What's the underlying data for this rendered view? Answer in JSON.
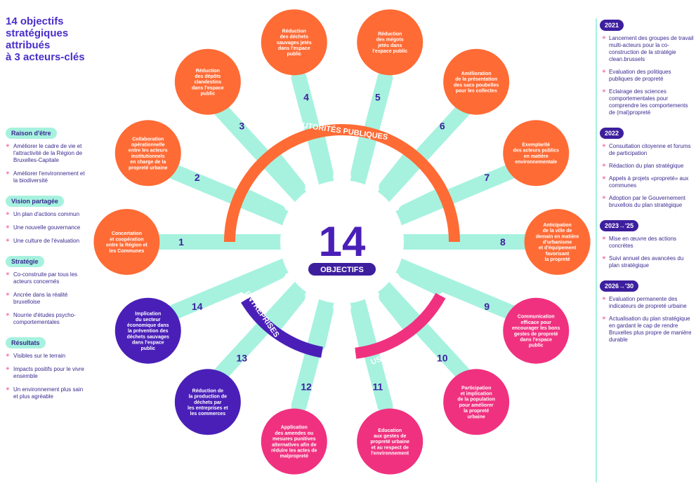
{
  "title": {
    "lines": [
      "14 objectifs",
      "stratégiques",
      "attribués",
      "à 3 acteurs-clés"
    ]
  },
  "center": {
    "number": "14",
    "label": "OBJECTIFS"
  },
  "actors": {
    "public": "AUTORITÉS PUBLIQUES",
    "users": "USAGERS",
    "business": "ENTREPRISES"
  },
  "colors": {
    "public": "#ff6b35",
    "users": "#f0317f",
    "business": "#4a1fb8",
    "ray": "#a6f2df",
    "text": "#3a2a8f"
  },
  "objectives": [
    {
      "num": "1",
      "actor": "public",
      "text": [
        "Concertation",
        "et coopération",
        "entre la Région et",
        "les Communes"
      ]
    },
    {
      "num": "2",
      "actor": "public",
      "text": [
        "Collaboration",
        "opérationnelle",
        "entre les acteurs",
        "institutionnels",
        "en charge de la",
        "propreté urbaine"
      ]
    },
    {
      "num": "3",
      "actor": "public",
      "text": [
        "Réduction",
        "des dépôts",
        "clandestins",
        "dans l'espace",
        "public"
      ]
    },
    {
      "num": "4",
      "actor": "public",
      "text": [
        "Réduction",
        "des déchets",
        "sauvages jetés",
        "dans l'espace",
        "public"
      ]
    },
    {
      "num": "5",
      "actor": "public",
      "text": [
        "Réduction",
        "des mégots",
        "jetés dans",
        "l'espace public"
      ]
    },
    {
      "num": "6",
      "actor": "public",
      "text": [
        "Amélioration",
        "de la présentation",
        "des sacs poubelles",
        "pour les collectes"
      ]
    },
    {
      "num": "7",
      "actor": "public",
      "text": [
        "Exemplarité",
        "des acteurs publics",
        "en matière",
        "environnementale"
      ]
    },
    {
      "num": "8",
      "actor": "public",
      "text": [
        "Anticipation",
        "de la ville de",
        "demain en matière",
        "d'urbanisme",
        "et d'équipement",
        "favorisant",
        "la propreté"
      ]
    },
    {
      "num": "9",
      "actor": "users",
      "text": [
        "Communication",
        "efficace pour",
        "encourager les bons",
        "gestes de propreté",
        "dans l'espace",
        "public"
      ]
    },
    {
      "num": "10",
      "actor": "users",
      "text": [
        "Participation",
        "et implication",
        "de la population",
        "pour améliorer",
        "la propreté",
        "urbaine"
      ]
    },
    {
      "num": "11",
      "actor": "users",
      "text": [
        "Education",
        "aux gestes de",
        "propreté urbaine",
        "et au respect de",
        "l'environnement"
      ]
    },
    {
      "num": "12",
      "actor": "users",
      "text": [
        "Application",
        "des amendes ou",
        "mesures punitives",
        "alternatives afin de",
        "réduire les actes de",
        "malpropreté"
      ]
    },
    {
      "num": "13",
      "actor": "business",
      "text": [
        "Réduction de",
        "la production de",
        "déchets par",
        "les entreprises et",
        "les commerces"
      ]
    },
    {
      "num": "14",
      "actor": "business",
      "text": [
        "Implication",
        "du secteur",
        "économique dans",
        "la prévention des",
        "déchets sauvages",
        "dans l'espace",
        "public"
      ]
    }
  ],
  "left_sections": [
    {
      "heading": "Raison d'être",
      "items": [
        "Améliorer le cadre de vie et l'attractivité de la Région de Bruxelles-Capitale",
        "Améliorer l'environnement et la biodiversité"
      ]
    },
    {
      "heading": "Vision partagée",
      "items": [
        "Un plan d'actions commun",
        "Une nouvelle gouvernance",
        "Une culture de l'évaluation"
      ]
    },
    {
      "heading": "Stratégie",
      "items": [
        "Co-construite par tous les acteurs concernés",
        "Ancrée dans la réalité bruxelloise",
        "Nourrie d'études psycho-comportementales"
      ]
    },
    {
      "heading": "Résultats",
      "items": [
        "Visibles sur le terrain",
        "Impacts positifs pour le vivre ensemble",
        "Un environnement plus sain et plus agréable"
      ]
    }
  ],
  "timeline": [
    {
      "year": "2021",
      "items": [
        "Lancement des groupes de travail multi-acteurs pour la co-construction de la stratégie clean.brussels",
        "Evaluation des politiques publiques de propreté",
        "Eclairage des sciences comportementales pour comprendre les comportements de (mal)propreté"
      ]
    },
    {
      "year": "2022",
      "items": [
        "Consultation citoyenne et forums de participation",
        "Rédaction du plan stratégique",
        "Appels à projets «propreté» aux communes",
        "Adoption par le Gouvernement bruxellois du plan stratégique"
      ]
    },
    {
      "year": "2023→'25",
      "items": [
        "Mise en œuvre des actions concrètes",
        "Suivi annuel des avancées du plan stratégique"
      ]
    },
    {
      "year": "2026→'30",
      "items": [
        "Evaluation permanente des indicateurs de propreté urbaine",
        "Actualisation du plan stratégique en gardant le cap de rendre Bruxelles plus propre de manière durable"
      ]
    }
  ]
}
